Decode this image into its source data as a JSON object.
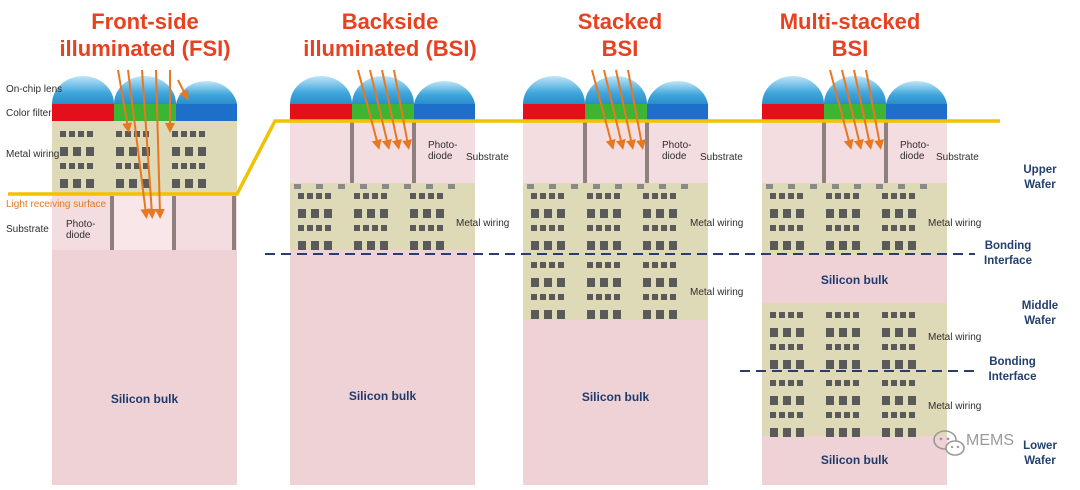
{
  "titles": {
    "fsi": "Front-side\nilluminated (FSI)",
    "bsi": "Backside\nilluminated (BSI)",
    "stacked": "Stacked\nBSI",
    "multi": "Multi-stacked\nBSI"
  },
  "fsi_labels": {
    "lens": "On-chip lens",
    "filter": "Color filter",
    "wiring": "Metal wiring",
    "surface": "Light receiving surface",
    "substrate": "Substrate",
    "photodiode": "Photo-\ndiode"
  },
  "layer_labels": {
    "photodiode": "Photo-\ndiode",
    "substrate": "Substrate",
    "wiring": "Metal wiring",
    "bulk": "Silicon bulk"
  },
  "side_labels": {
    "upper": "Upper\nWafer",
    "bonding": "Bonding\nInterface",
    "middle": "Middle\nWafer",
    "lower": "Lower\nWafer"
  },
  "watermark": "MEMS",
  "colors": {
    "title": "#e8411f",
    "arrow": "#e87722",
    "surface_line": "#f2c200",
    "wiring_bg": "#ded9b6",
    "bulk": "#efd2d6",
    "photodiode": "#f7e2e4",
    "lens": "#3fa6dc",
    "red_filter": "#e3101c",
    "green_filter": "#3cb534",
    "blue_filter": "#1d6fc9",
    "side_text": "#23406e"
  }
}
